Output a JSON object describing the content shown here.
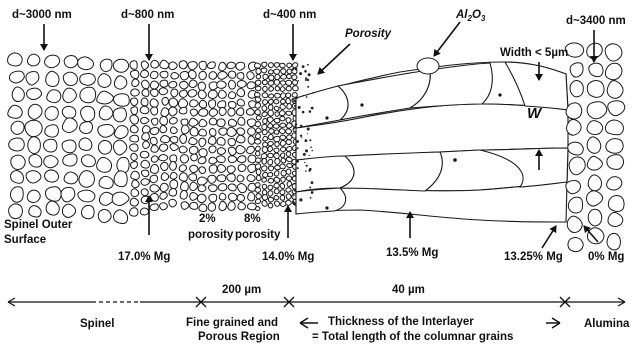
{
  "figure": {
    "top_labels": {
      "d_3000": "d~3000 nm",
      "d_800": "d~800 nm",
      "d_400": "d~400 nm",
      "porosity": "Porosity",
      "al2o3_main": "Al",
      "al2o3_sub2": "2",
      "al2o3_o": "O",
      "al2o3_sub3": "3",
      "d_3400": "d~3400 nm",
      "width": "Width < 5µm",
      "w": "W"
    },
    "bottom_labels": {
      "spinel_outer_1": "Spinel Outer",
      "spinel_outer_2": "Surface",
      "por2_1": "2%",
      "por2_2": "porosity",
      "por8_1": "8%",
      "por8_2": "porosity",
      "mg_17": "17.0% Mg",
      "mg_14": "14.0% Mg",
      "mg_135": "13.5% Mg",
      "mg_1325": "13.25% Mg",
      "mg_0": "0% Mg"
    },
    "scale": {
      "dim_200": "200 µm",
      "dim_40": "40 µm",
      "spinel": "Spinel",
      "fine_1": "Fine grained and",
      "fine_2": "Porous Region",
      "thick_1": "Thickness of the Interlayer",
      "thick_2": "= Total length of the columnar grains",
      "alumina": "Alumina"
    }
  }
}
